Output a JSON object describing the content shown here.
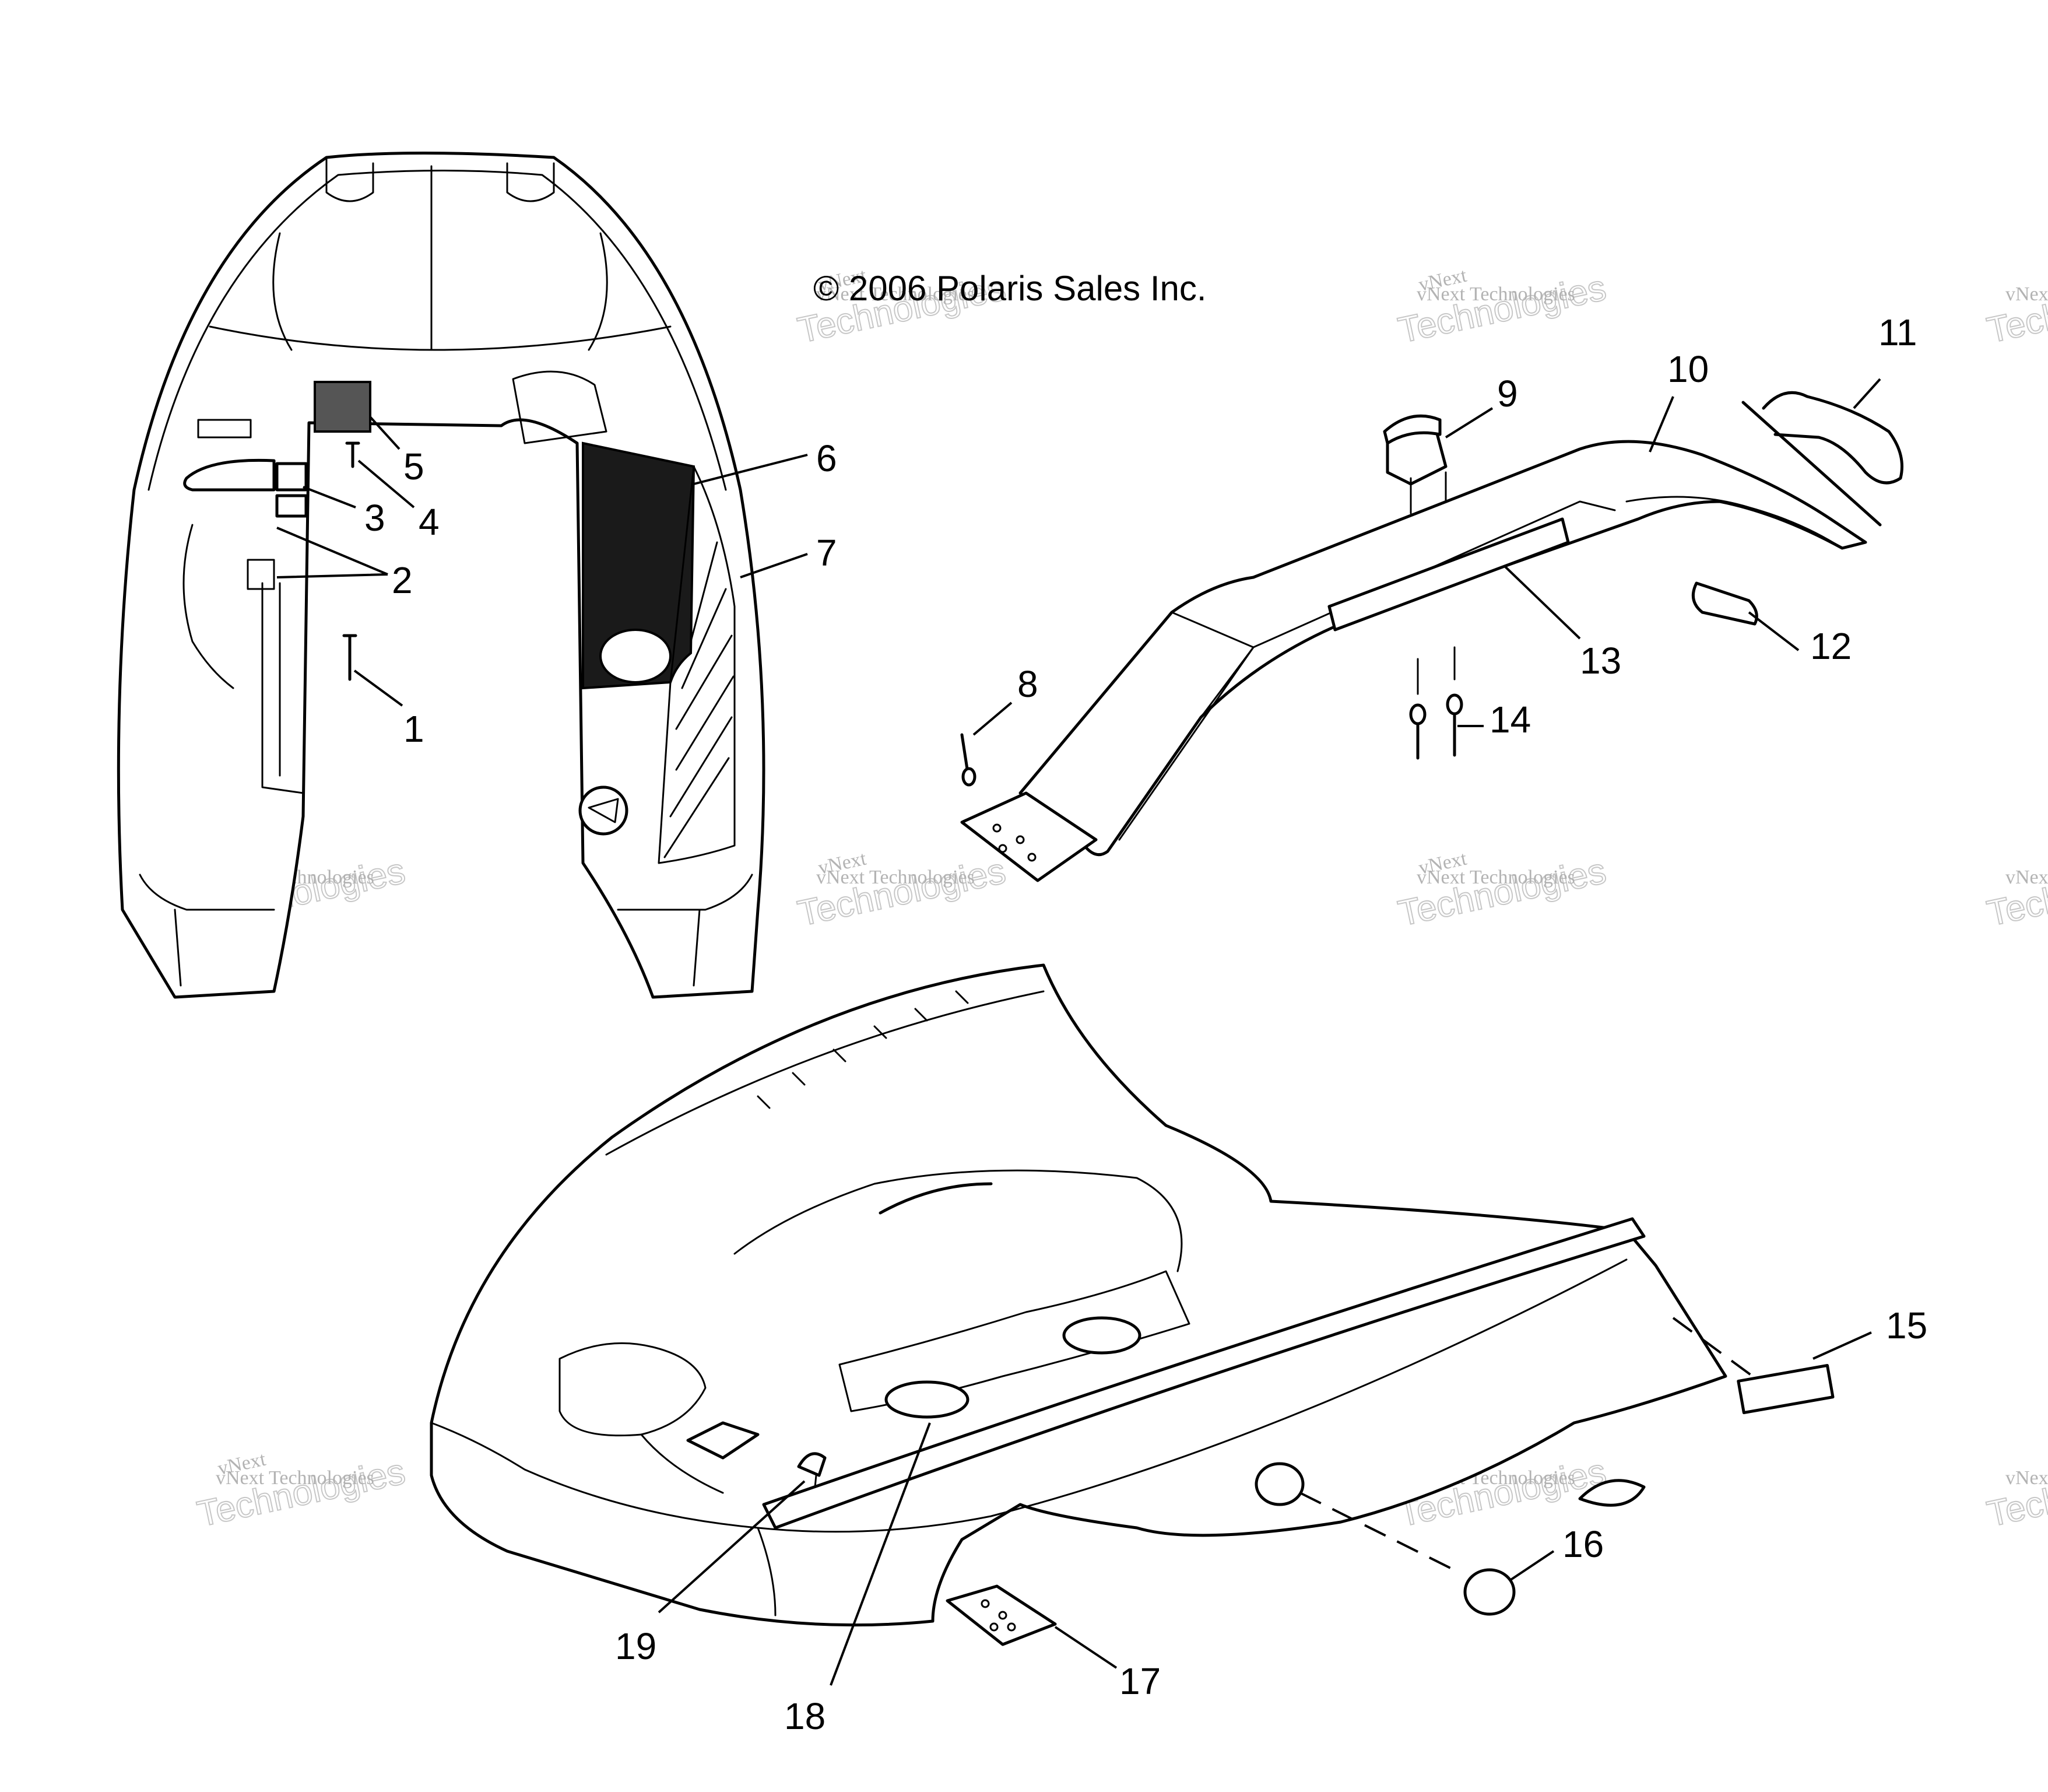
{
  "copyright": "© 2006 Polaris Sales Inc.",
  "watermark": {
    "line1": "vNext Technologies",
    "line2": "Technologies",
    "line3": "vNext"
  },
  "callouts": [
    "1",
    "2",
    "3",
    "4",
    "5",
    "6",
    "7",
    "8",
    "9",
    "10",
    "11",
    "12",
    "13",
    "14",
    "15",
    "16",
    "17",
    "18",
    "19"
  ],
  "colors": {
    "ink": "#000000",
    "watermark": "#9a9a9a",
    "background": "#ffffff"
  }
}
